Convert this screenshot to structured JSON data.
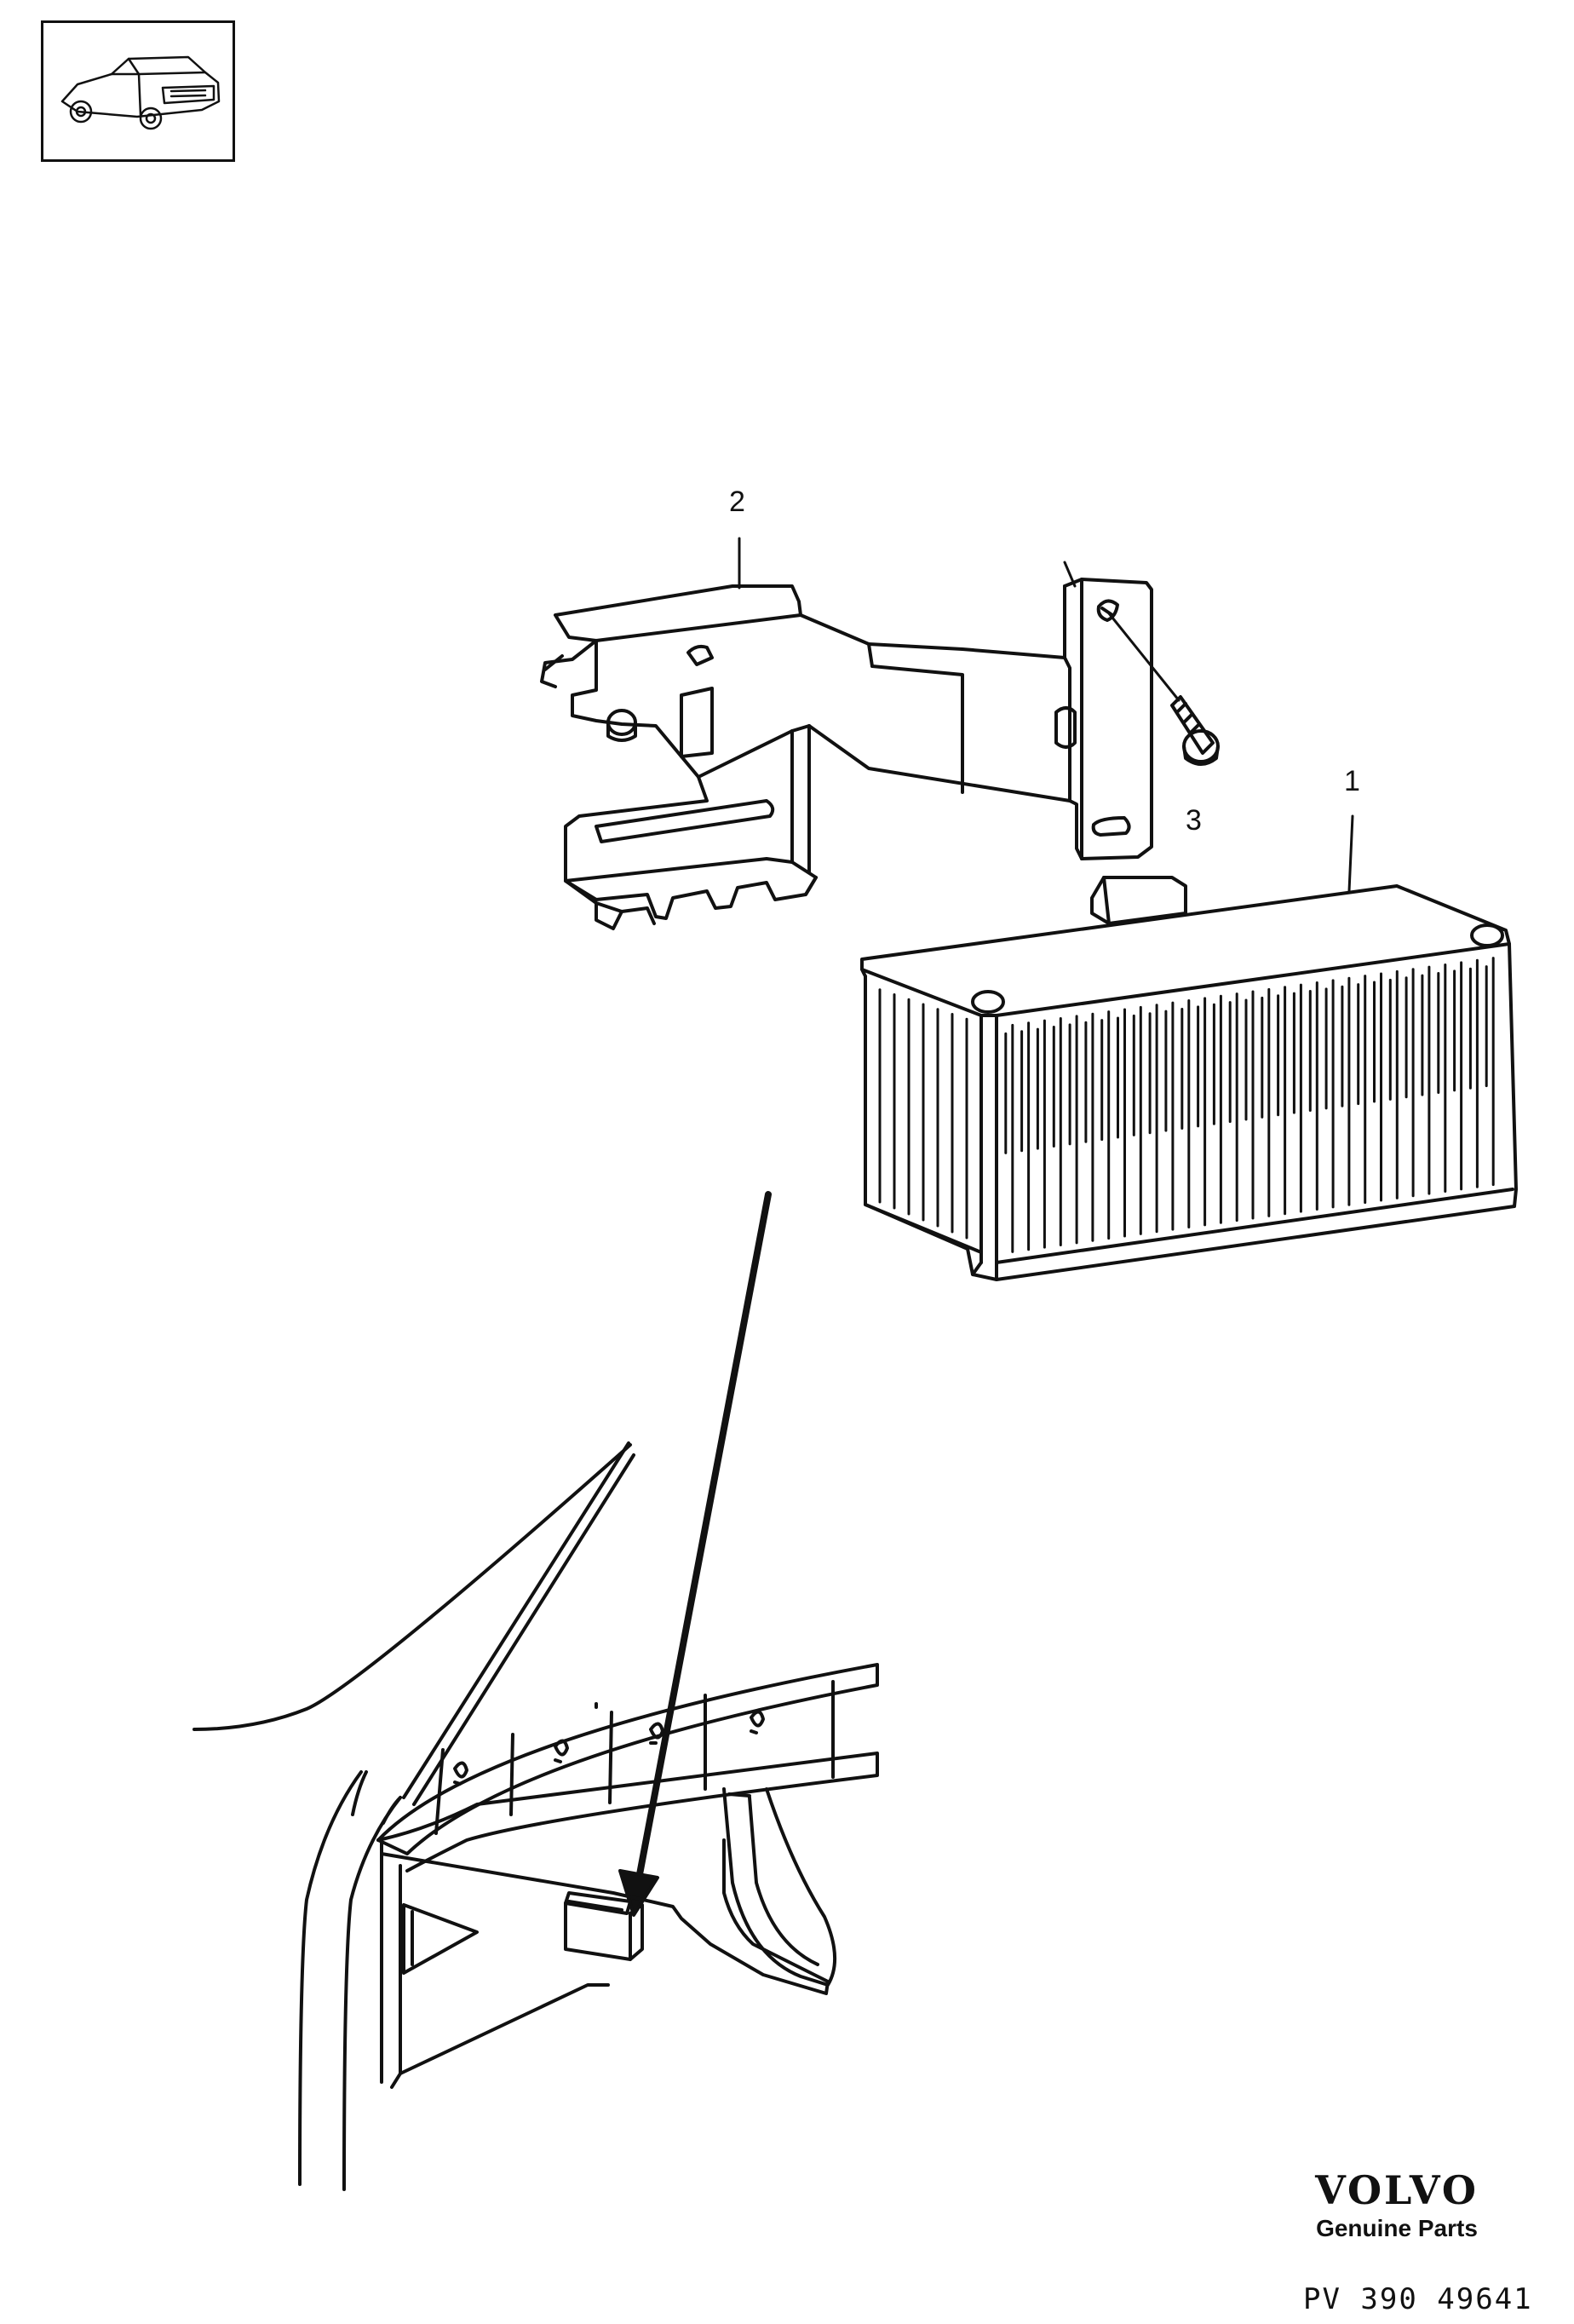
{
  "callouts": [
    {
      "id": "callout-1",
      "label": "1"
    },
    {
      "id": "callout-2",
      "label": "2"
    },
    {
      "id": "callout-3",
      "label": "3"
    }
  ],
  "brand": {
    "name": "VOLVO",
    "tagline": "Genuine Parts"
  },
  "reference": {
    "code": "PV 390  49641"
  },
  "colors": {
    "line": "#111111",
    "background": "#ffffff"
  },
  "icons": {
    "vehicle_thumbnail": "car-sedan-icon"
  }
}
